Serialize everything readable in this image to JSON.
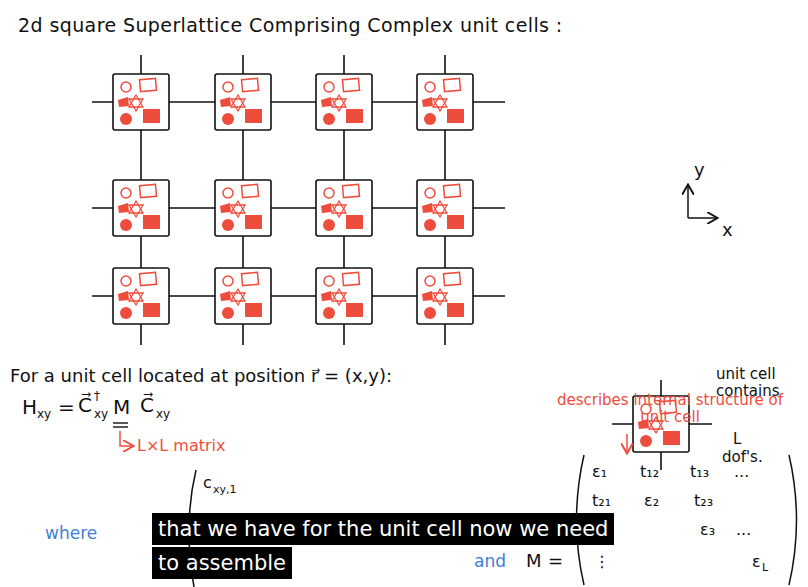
{
  "diagram": {
    "title": "2d square Superlattice Comprising Complex unit cells :",
    "nodes": [
      {
        "text": [
          "that we have for the unit cell now we need to assemble"
        ]
      }
    ],
    "labels": [
      "y",
      "x",
      "unit cell contains",
      "L",
      "dof's.",
      "For a unit cell located at position r⃗ = (x,y):",
      "H",
      "xy",
      "=",
      "C⃗",
      "†",
      "xy",
      "M",
      "C⃗",
      "xy",
      "L×L matrix",
      "describes internal structure of unit cell",
      "where",
      "c",
      "xy,1",
      "and",
      "M",
      "=",
      "ε₁",
      "t₁₂",
      "t₁₃",
      "...",
      "t₂₁",
      "ε₂",
      "t₂₃",
      "ε₃",
      "...",
      "⋮",
      "ε",
      "L"
    ]
  }
}
